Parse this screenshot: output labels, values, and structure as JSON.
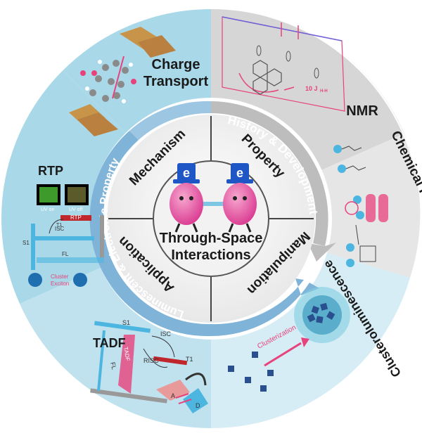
{
  "center": {
    "title_line1": "Through-Space",
    "title_line2": "Interactions",
    "quadrants": [
      "Mechanism",
      "Property",
      "Manipulation",
      "Application"
    ],
    "mascot_letter": "e"
  },
  "arcs": {
    "top": "History & Development",
    "left": "Luminescent & Electronic Property"
  },
  "sectors": {
    "charge_transport": {
      "line1": "Charge",
      "line2": "Transport"
    },
    "nmr": {
      "title": "NMR",
      "coupling": "10 J",
      "sub": "H-H"
    },
    "chemical_reaction": "Chemical Reaction",
    "clusteroluminescence": "Clusteroluminescence",
    "tadf": {
      "title": "TADF",
      "s1": "S1",
      "t1": "T1",
      "isc": "ISC",
      "risc": "RISC",
      "fl": "FL",
      "tadf_arrow": "TADF",
      "acceptor": "A",
      "donor": "D"
    },
    "rtp": {
      "title": "RTP",
      "uv_on": "UV on",
      "uv_off": "UV off",
      "isc": "ISC",
      "rtp_label": "RTP",
      "fl": "FL",
      "s1": "S1",
      "t1": "T1",
      "cluster": "Cluster",
      "exciton": "Exciton"
    },
    "clusterization": "Clusterization"
  },
  "colors": {
    "blue_sector": "#a9d8e8",
    "gray_sector": "#d9d9d9",
    "light_blue": "#d4ecf4",
    "inner_ring_blue": "#6fa8cf",
    "inner_ring_gray": "#b8b8b8",
    "pink": "#e8427c"
  }
}
